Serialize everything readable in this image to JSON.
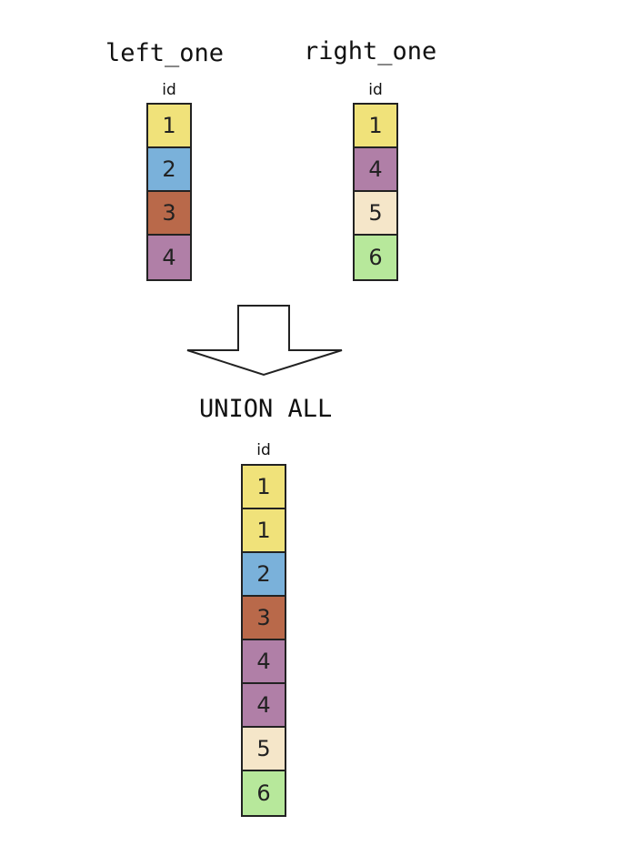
{
  "left_table": {
    "title": "left_one",
    "column": "id",
    "rows": [
      {
        "value": "1",
        "color": "#f0e27a"
      },
      {
        "value": "2",
        "color": "#7ab1da"
      },
      {
        "value": "3",
        "color": "#b9694a"
      },
      {
        "value": "4",
        "color": "#b07fa7"
      }
    ]
  },
  "right_table": {
    "title": "right_one",
    "column": "id",
    "rows": [
      {
        "value": "1",
        "color": "#f0e27a"
      },
      {
        "value": "4",
        "color": "#b07fa7"
      },
      {
        "value": "5",
        "color": "#f5e6c9"
      },
      {
        "value": "6",
        "color": "#b7e89b"
      }
    ]
  },
  "operation": {
    "label": "UNION ALL",
    "icon": "down-arrow-icon"
  },
  "result_table": {
    "column": "id",
    "rows": [
      {
        "value": "1",
        "color": "#f0e27a"
      },
      {
        "value": "1",
        "color": "#f0e27a"
      },
      {
        "value": "2",
        "color": "#7ab1da"
      },
      {
        "value": "3",
        "color": "#b9694a"
      },
      {
        "value": "4",
        "color": "#b07fa7"
      },
      {
        "value": "4",
        "color": "#b07fa7"
      },
      {
        "value": "5",
        "color": "#f5e6c9"
      },
      {
        "value": "6",
        "color": "#b7e89b"
      }
    ]
  }
}
